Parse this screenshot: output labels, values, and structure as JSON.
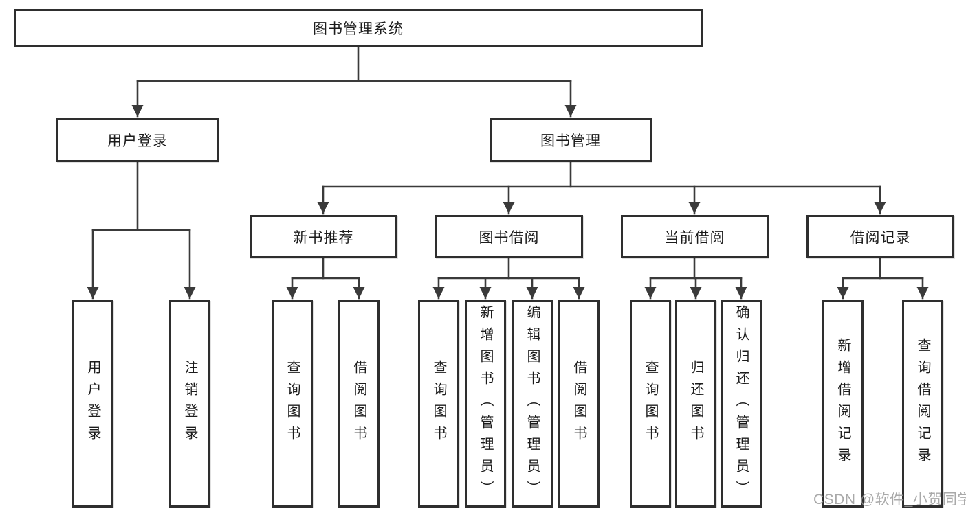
{
  "diagram": {
    "root": {
      "label": "图书管理系统"
    },
    "user_login": {
      "label": "用户登录",
      "children": [
        {
          "label": "用户登录"
        },
        {
          "label": "注销登录"
        }
      ]
    },
    "book_management": {
      "label": "图书管理",
      "modules": [
        {
          "label": "新书推荐",
          "children": [
            {
              "label": "查询图书"
            },
            {
              "label": "借阅图书"
            }
          ]
        },
        {
          "label": "图书借阅",
          "children": [
            {
              "label": "查询图书"
            },
            {
              "label": "新增图书（管理员）"
            },
            {
              "label": "编辑图书（管理员）"
            },
            {
              "label": "借阅图书"
            }
          ]
        },
        {
          "label": "当前借阅",
          "children": [
            {
              "label": "查询图书"
            },
            {
              "label": "归还图书"
            },
            {
              "label": "确认归还（管理员）"
            }
          ]
        },
        {
          "label": "借阅记录",
          "children": [
            {
              "label": "新增借阅记录"
            },
            {
              "label": "查询借阅记录"
            }
          ]
        }
      ]
    },
    "watermark": "CSDN @软件_小贺同学",
    "colors": {
      "line": "#3a3a3a",
      "border": "#2e2e2e",
      "watermark": "#9b9b9b"
    }
  }
}
